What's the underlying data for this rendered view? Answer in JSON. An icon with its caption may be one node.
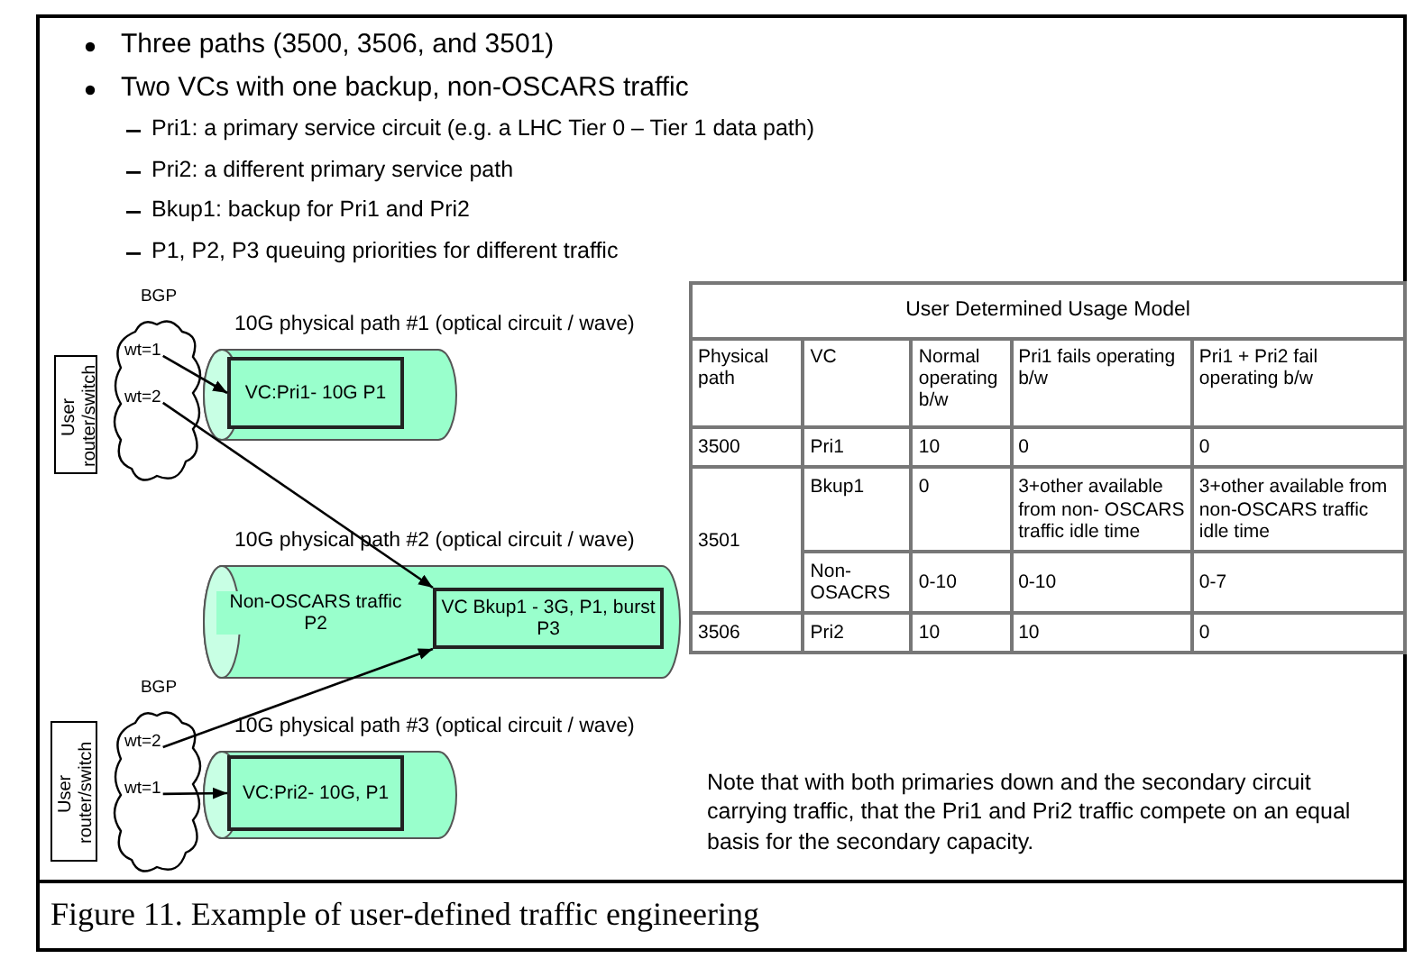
{
  "diagram": {
    "caption": "Figure 11. Example of user-defined traffic engineering",
    "nodes": [
      {
        "text": [
          "User router/switch"
        ]
      },
      {
        "text": [
          "BGP",
          "wt=1",
          "wt=2"
        ]
      },
      {
        "text": [
          "10G physical path #1 (optical circuit / wave)"
        ]
      },
      {
        "text": [
          "VC:Pri1- 10G P1"
        ],
        "in": 2
      },
      {
        "text": [
          "10G physical path #2 (optical circuit / wave)",
          "Non-OSCARS traffic P2"
        ]
      },
      {
        "text": [
          "VC Bkup1 - 3G, P1, burst P3"
        ],
        "in": 4
      },
      {
        "text": [
          "User router/switch"
        ]
      },
      {
        "text": [
          "BGP",
          "wt=2",
          "wt=1"
        ]
      },
      {
        "text": [
          "10G physical path #3 (optical circuit / wave)"
        ]
      },
      {
        "text": [
          "VC:Pri2- 10G, P1"
        ],
        "in": 8
      }
    ],
    "edges": [
      {
        "from": 1,
        "to": 3,
        "arrow": "to"
      },
      {
        "from": 1,
        "to": 5,
        "arrow": "to"
      },
      {
        "from": 7,
        "to": 5,
        "arrow": "to"
      },
      {
        "from": 7,
        "to": 9,
        "arrow": "to"
      }
    ],
    "labels": [
      "Three paths (3500, 3506, and 3501)",
      "Two VCs with one backup, non-OSCARS traffic",
      "Pri1: a primary service circuit (e.g. a LHC Tier 0 – Tier 1 data path)",
      "Pri2: a different primary service path",
      "Bkup1: backup for Pri1 and Pri2",
      "P1, P2, P3 queuing priorities for different traffic",
      "User Determined Usage Model",
      "Physical path",
      "VC",
      "Normal operating b/w",
      "Pri1 fails operating b/w",
      "Pri1 + Pri2 fail operating b/w",
      "3500",
      "Pri1",
      "10",
      "0",
      "0",
      "3501",
      "Bkup1",
      "0",
      "3+other available from non- OSCARS traffic idle time",
      "3+other available from non-OSCARS traffic idle time",
      "Non- OSACRS",
      "0-10",
      "0-10",
      "0-7",
      "3506",
      "Pri2",
      "10",
      "10",
      "0",
      "Note that with both primaries down and the secondary circuit carrying traffic, that the Pri1 and Pri2 traffic compete on an equal basis for the secondary capacity."
    ]
  }
}
